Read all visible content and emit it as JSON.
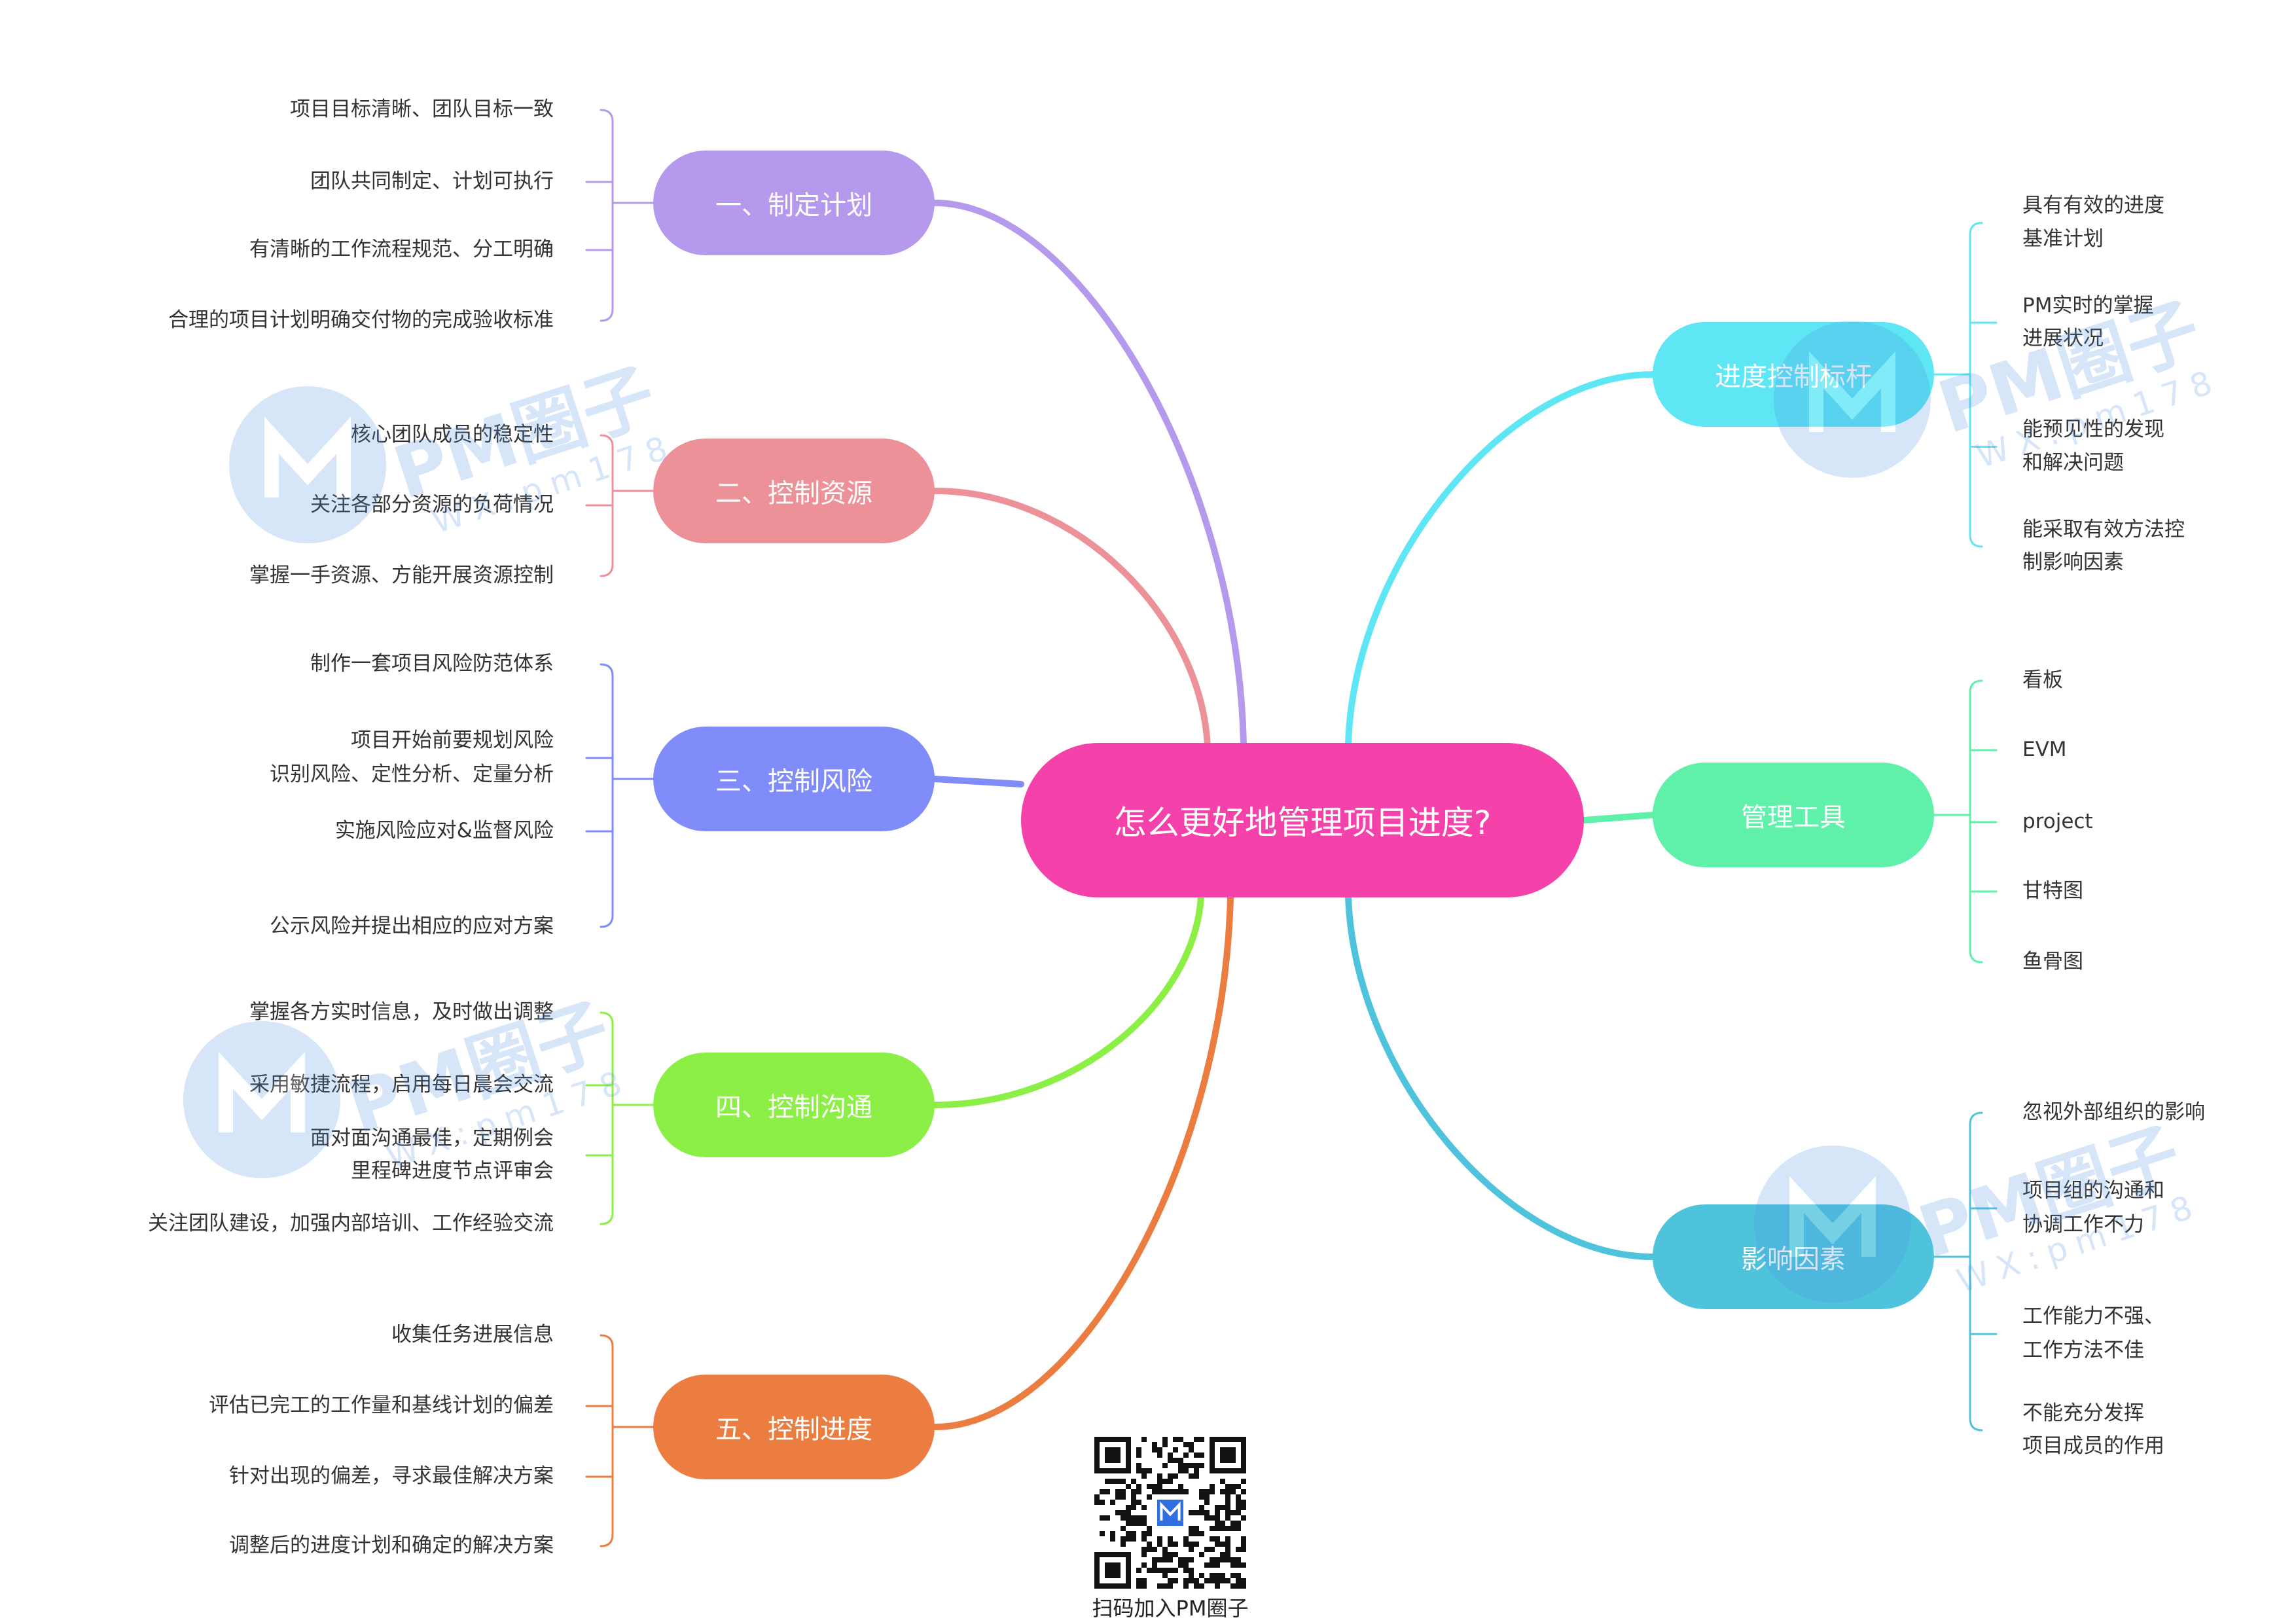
{
  "center": {
    "label": "怎么更好地管理项目进度?",
    "color": "#f442aa"
  },
  "left_branches": [
    {
      "label": "一、制定计划",
      "color": "#b499ec",
      "leaves": [
        [
          "项目目标清晰、团队目标一致"
        ],
        [
          "团队共同制定、计划可执行"
        ],
        [
          "有清晰的工作流程规范、分工明确"
        ],
        [
          "合理的项目计划明确交付物的完成验收标准"
        ]
      ]
    },
    {
      "label": "二、控制资源",
      "color": "#ec9198",
      "leaves": [
        [
          "核心团队成员的稳定性"
        ],
        [
          "关注各部分资源的负荷情况"
        ],
        [
          "掌握一手资源、方能开展资源控制"
        ]
      ]
    },
    {
      "label": "三、控制风险",
      "color": "#7f8cf9",
      "leaves": [
        [
          "制作一套项目风险防范体系"
        ],
        [
          "项目开始前要规划风险",
          "识别风险、定性分析、定量分析"
        ],
        [
          "实施风险应对&监督风险"
        ],
        [
          "公示风险并提出相应的应对方案"
        ]
      ]
    },
    {
      "label": "四、控制沟通",
      "color": "#8bef45",
      "leaves": [
        [
          "掌握各方实时信息，及时做出调整"
        ],
        [
          "采用敏捷流程，启用每日晨会交流"
        ],
        [
          "面对面沟通最佳，定期例会",
          "里程碑进度节点评审会"
        ],
        [
          "关注团队建设，加强内部培训、工作经验交流"
        ]
      ]
    },
    {
      "label": "五、控制进度",
      "color": "#ec7d40",
      "leaves": [
        [
          "收集任务进展信息"
        ],
        [
          "评估已完工的工作量和基线计划的偏差"
        ],
        [
          "针对出现的偏差，寻求最佳解决方案"
        ],
        [
          "调整后的进度计划和确定的解决方案"
        ]
      ]
    }
  ],
  "right_branches": [
    {
      "label": "进度控制标杆",
      "color": "#5ee6f5",
      "leaves": [
        [
          "具有有效的进度",
          "基准计划"
        ],
        [
          "PM实时的掌握",
          "进展状况"
        ],
        [
          "能预见性的发现",
          "和解决问题"
        ],
        [
          "能采取有效方法控",
          "制影响因素"
        ]
      ]
    },
    {
      "label": "管理工具",
      "color": "#5ff0a9",
      "leaves": [
        [
          "看板"
        ],
        [
          "EVM"
        ],
        [
          "project"
        ],
        [
          "甘特图"
        ],
        [
          "鱼骨图"
        ]
      ]
    },
    {
      "label": "影响因素",
      "color": "#4fc3dc",
      "leaves": [
        [
          "忽视外部组织的影响"
        ],
        [
          "项目组的沟通和",
          "协调工作不力"
        ],
        [
          "工作能力不强、",
          "工作方法不佳"
        ],
        [
          "不能充分发挥",
          "项目成员的作用"
        ]
      ]
    }
  ],
  "qr_caption": "扫码加入PM圈子",
  "watermark": {
    "brand": "PM圈子",
    "sub": "WX:pm178",
    "color": "#4a90e2"
  }
}
